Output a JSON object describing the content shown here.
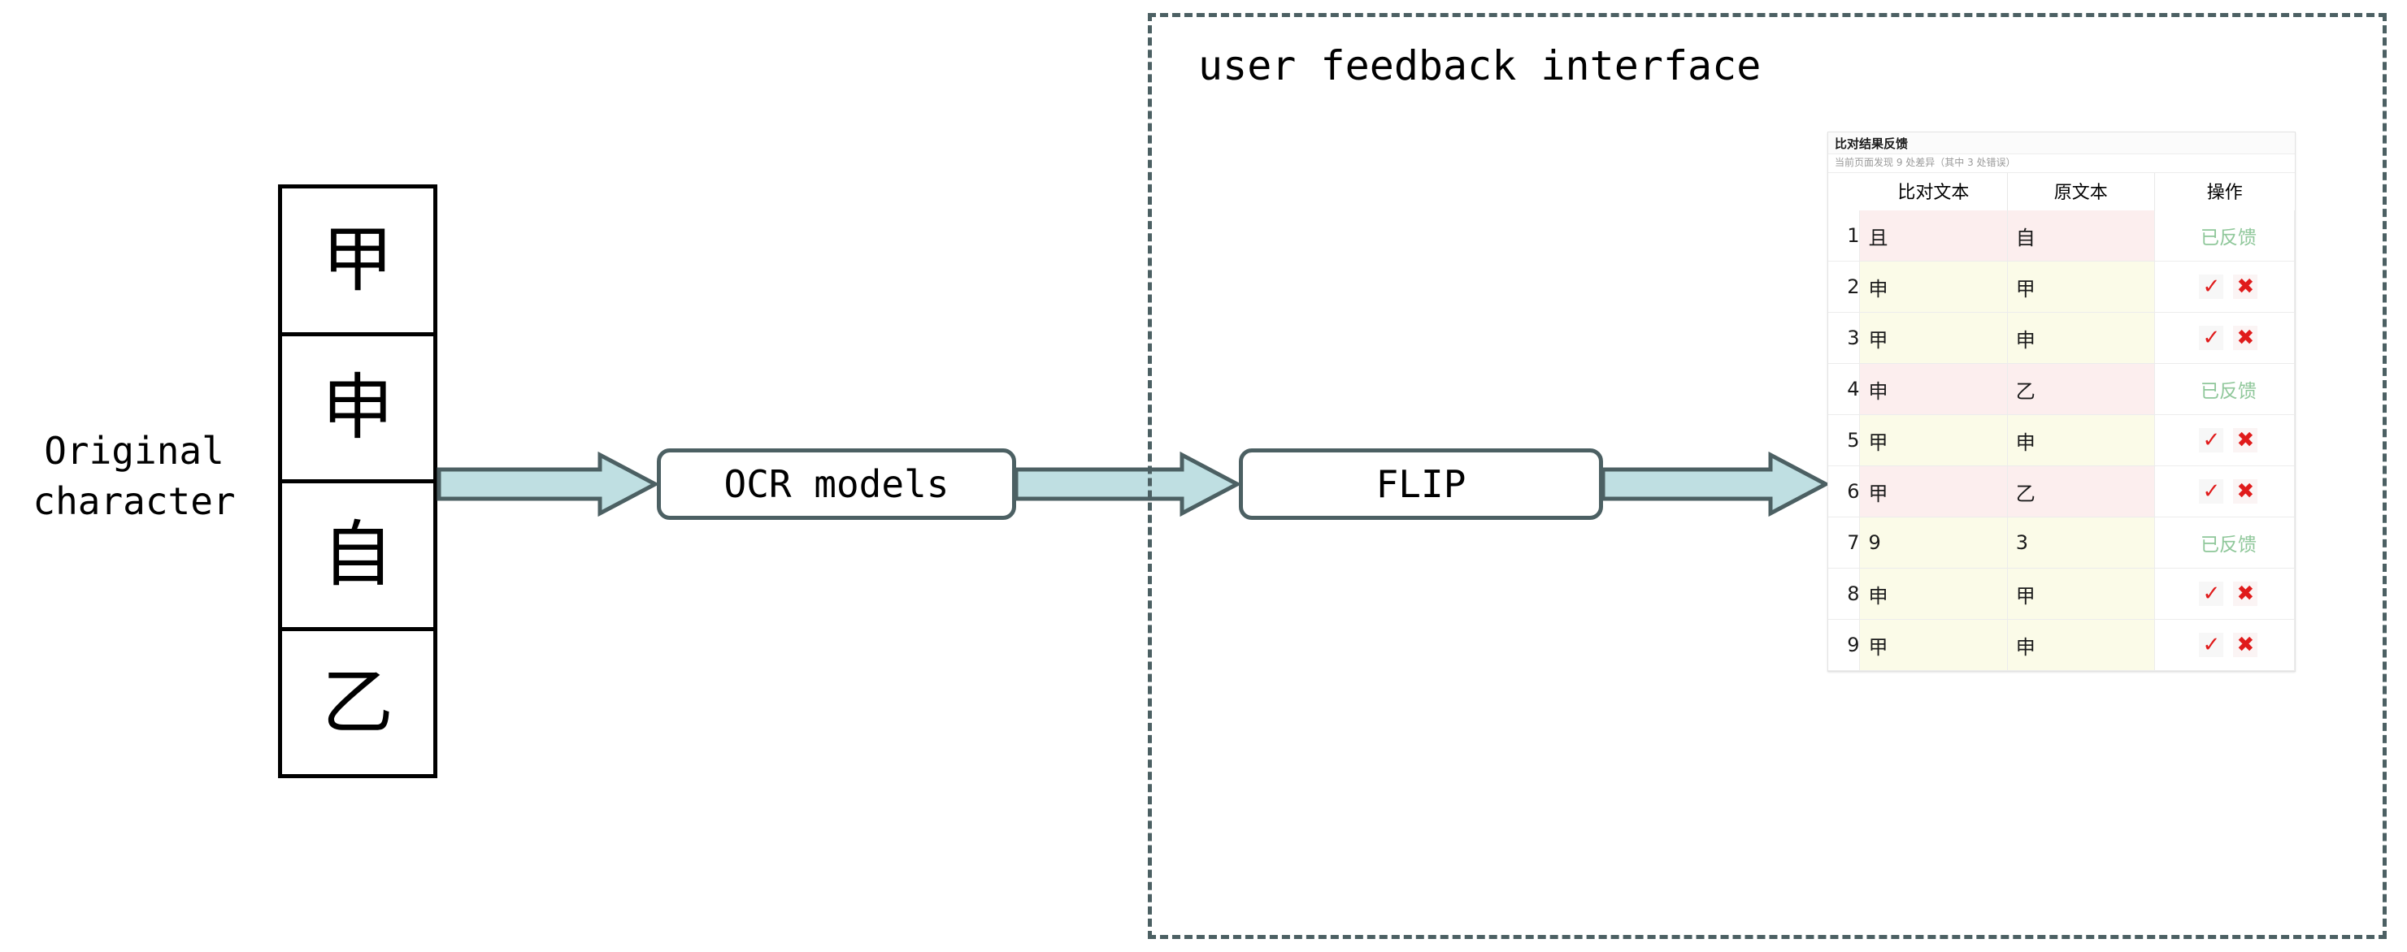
{
  "diagram": {
    "original_label": "Original\ncharacter",
    "characters": [
      "甲",
      "申",
      "自",
      "乙"
    ],
    "nodes": {
      "ocr": "OCR models",
      "flip": "FLIP"
    },
    "arrow_fill": "#bfdfe2",
    "arrow_stroke": "#4c6063",
    "border_color": "#4c6063"
  },
  "feedback_region": {
    "title": "user feedback interface"
  },
  "panel": {
    "title": "比对结果反馈",
    "subtitle": "当前页面发现 9 处差异（其中 3 处错误）",
    "columns": {
      "index": "",
      "compare_text": "比对文本",
      "original_text": "原文本",
      "action": "操作"
    },
    "status_done_label": "已反馈",
    "icons": {
      "accept": "accept-icon",
      "reject": "reject-icon",
      "accept_glyph": "✓",
      "reject_glyph": "✖"
    },
    "colors": {
      "row_error": "#fceeee",
      "row_diff": "#fbfbe8",
      "done_text": "#8fc79a",
      "icon_red": "#e01b1b"
    },
    "rows": [
      {
        "index": "1",
        "compare_text": "且",
        "original_text": "自",
        "status": "done",
        "highlight": "error"
      },
      {
        "index": "2",
        "compare_text": "申",
        "original_text": "甲",
        "status": "actions",
        "highlight": "diff"
      },
      {
        "index": "3",
        "compare_text": "甲",
        "original_text": "申",
        "status": "actions",
        "highlight": "diff"
      },
      {
        "index": "4",
        "compare_text": "申",
        "original_text": "乙",
        "status": "done",
        "highlight": "error"
      },
      {
        "index": "5",
        "compare_text": "甲",
        "original_text": "申",
        "status": "actions",
        "highlight": "diff"
      },
      {
        "index": "6",
        "compare_text": "甲",
        "original_text": "乙",
        "status": "actions",
        "highlight": "error"
      },
      {
        "index": "7",
        "compare_text": "9",
        "original_text": "3",
        "status": "done",
        "highlight": "diff"
      },
      {
        "index": "8",
        "compare_text": "申",
        "original_text": "甲",
        "status": "actions",
        "highlight": "diff"
      },
      {
        "index": "9",
        "compare_text": "甲",
        "original_text": "申",
        "status": "actions",
        "highlight": "diff"
      }
    ]
  }
}
